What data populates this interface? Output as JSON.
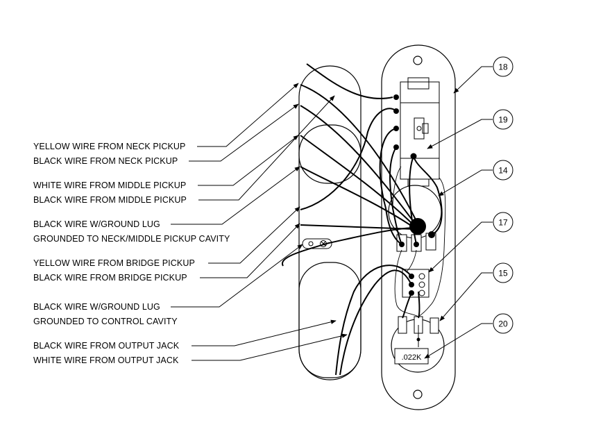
{
  "labels": {
    "yellow_neck": "YELLOW WIRE FROM NECK PICKUP",
    "black_neck": "BLACK WIRE FROM NECK PICKUP",
    "white_middle": "WHITE WIRE FROM MIDDLE PICKUP",
    "black_middle": "BLACK WIRE FROM MIDDLE PICKUP",
    "ground_lug_1_line1": "BLACK WIRE W/GROUND LUG",
    "ground_lug_1_line2": "GROUNDED TO NECK/MIDDLE PICKUP CAVITY",
    "yellow_bridge": "YELLOW WIRE FROM BRIDGE PICKUP",
    "black_bridge": "BLACK WIRE FROM BRIDGE PICKUP",
    "ground_lug_2_line1": "BLACK WIRE W/GROUND LUG",
    "ground_lug_2_line2": "GROUNDED TO CONTROL CAVITY",
    "black_output": "BLACK WIRE FROM OUTPUT JACK",
    "white_output": "WHITE WIRE FROM OUTPUT JACK"
  },
  "callouts": {
    "c18": "18",
    "c19": "19",
    "c14": "14",
    "c17": "17",
    "c15": "15",
    "c20": "20"
  },
  "capacitor_value": ".022K"
}
